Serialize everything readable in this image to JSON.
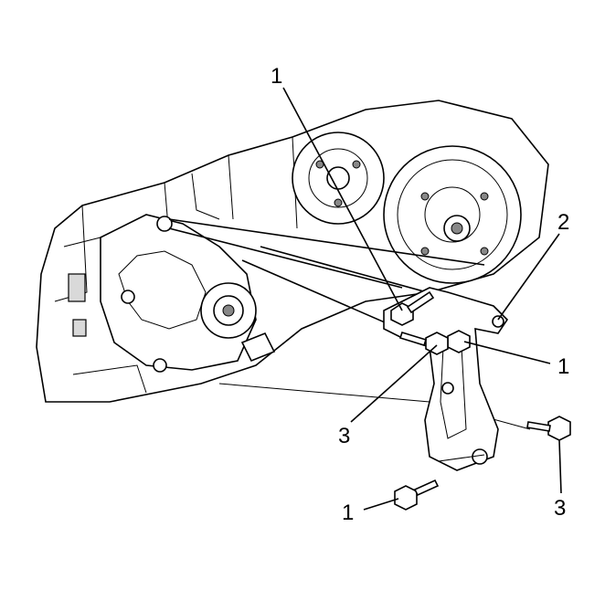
{
  "callouts": [
    {
      "id": "c1-top",
      "text": "1"
    },
    {
      "id": "c2",
      "text": "2"
    },
    {
      "id": "c1-right",
      "text": "1"
    },
    {
      "id": "c3-left",
      "text": "3"
    },
    {
      "id": "c3-right",
      "text": "3"
    },
    {
      "id": "c1-bottom",
      "text": "1"
    }
  ]
}
